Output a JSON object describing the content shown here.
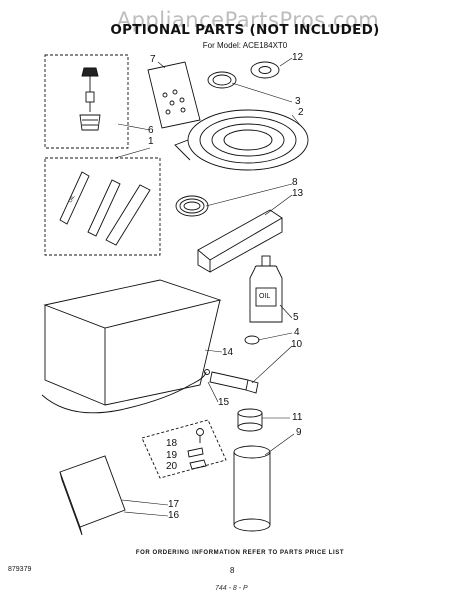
{
  "watermark": "AppliancePartsPros.com",
  "title": "OPTIONAL PARTS (NOT INCLUDED)",
  "model_line": "For Model: ACE184XT0",
  "footer_note": "FOR ORDERING INFORMATION REFER TO PARTS PRICE LIST",
  "doc_number": "879379",
  "page_number": "8",
  "handwritten_note": "744 - 8 - P",
  "callouts": [
    "1",
    "2",
    "3",
    "4",
    "5",
    "6",
    "7",
    "8",
    "9",
    "10",
    "11",
    "12",
    "13",
    "14",
    "15",
    "16",
    "17",
    "18",
    "19",
    "20"
  ],
  "part_labels": {
    "tube_small": "OIL",
    "oil_bottle": "OIL"
  }
}
